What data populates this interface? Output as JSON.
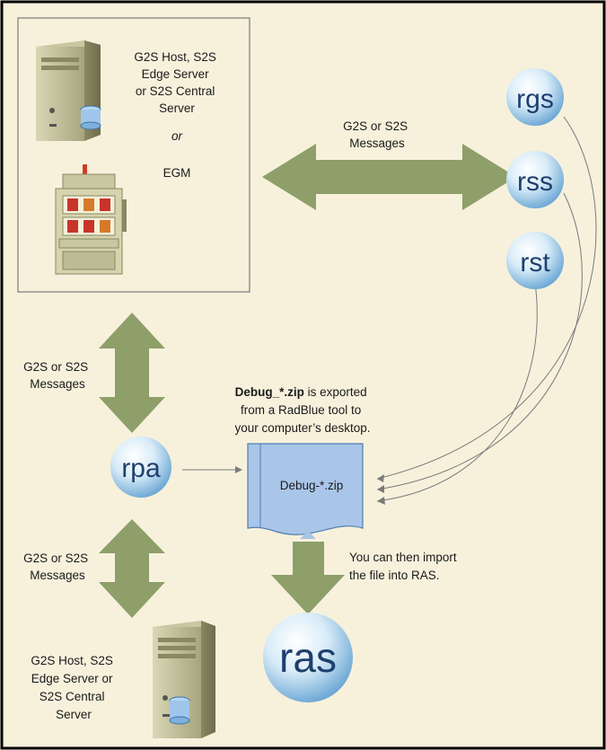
{
  "top_box": {
    "server_label": [
      "G2S Host, S2S",
      "Edge Server",
      "or S2S Central",
      "Server"
    ],
    "or_label": "or",
    "egm_label": "EGM"
  },
  "messages": {
    "top_horizontal": [
      "G2S or S2S",
      "Messages"
    ],
    "left_upper": [
      "G2S or S2S",
      "Messages"
    ],
    "left_lower": [
      "G2S or S2S",
      "Messages"
    ]
  },
  "tools": {
    "rgs": "rgs",
    "rss": "rss",
    "rst": "rst",
    "rpa": "rpa",
    "ras": "ras"
  },
  "export_note": {
    "bold": "Debug_*.zip",
    "rest": " is exported",
    "line2": "from a RadBlue tool to",
    "line3": "your computer’s desktop."
  },
  "zip_file_label": "Debug-*.zip",
  "import_note": [
    "You can then import",
    "the file into RAS."
  ],
  "bottom_server_label": [
    "G2S Host, S2S",
    "Edge Server or",
    "S2S Central",
    "Server"
  ],
  "colors": {
    "background": "#f7f1dc",
    "arrow": "#8e9f6a",
    "border": "#000000",
    "file": "#a9c5e8"
  }
}
